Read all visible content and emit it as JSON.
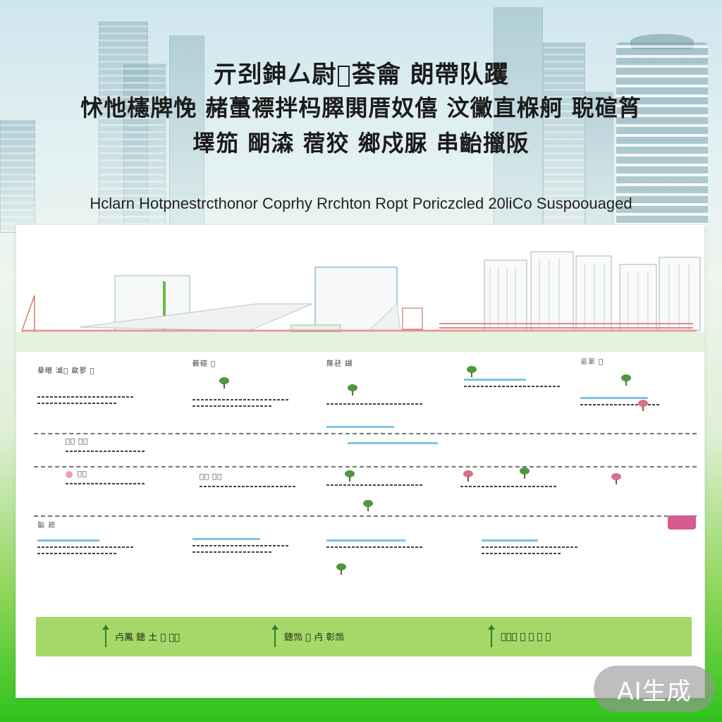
{
  "heading": {
    "line1": "亓刭鉮厶尉𬓑荟龠 朗帶队躩",
    "line2": "怵忚櫶牌悗 赭蠆褾拌杩臎閧厝奴僖 汶黴直椺舸 聣碹筲",
    "line3": "墿笳 朙潹 蓿狡 鄉戍脲 串齝擸阪",
    "subtitle": "Hclarn Hotpnestrcthonor Coprhy Rrchton Ropt Poriczcled 20liCo Suspoouaged"
  },
  "grid": {
    "row1": [
      {
        "title": "㮂㬐 㵄𬁤 歘翏 𬀰"
      },
      {
        "title": "䉤碹 𢉳"
      },
      {
        "title": "䉌𬳵 鍸"
      },
      {
        "title": ""
      },
      {
        "title": "𢡘䉂 𢉳"
      }
    ],
    "row2": [
      {
        "title": "𨷖𪅃 𢉓𬀰"
      },
      {
        "title": ""
      },
      {
        "title": ""
      },
      {
        "title": ""
      },
      {
        "title": ""
      }
    ],
    "row3": [
      {
        "title": "𬲀𢉳"
      },
      {
        "title": "𢉑𬀰 鐫𤋮"
      },
      {
        "title": ""
      },
      {
        "title": ""
      },
      {
        "title": ""
      }
    ],
    "row4": [
      {
        "title": "𪆰 𨫑"
      },
      {
        "title": ""
      },
      {
        "title": ""
      },
      {
        "title": ""
      },
      {
        "title": ""
      }
    ]
  },
  "footer": {
    "items": [
      "𣦵鳳 𨫑 土 𢉳 𪆰𬀰",
      "𨫑𪅃 𢉓 𣦵 彰𪅃",
      "𬀰𢉳𣦵 𬲀 𢉓 𪅃 𬀰"
    ]
  },
  "badge": {
    "label": "AI生成"
  },
  "colors": {
    "accent_green": "#a6d86a",
    "bright_green": "#2fc21c",
    "panel_bg": "#ffffff"
  }
}
